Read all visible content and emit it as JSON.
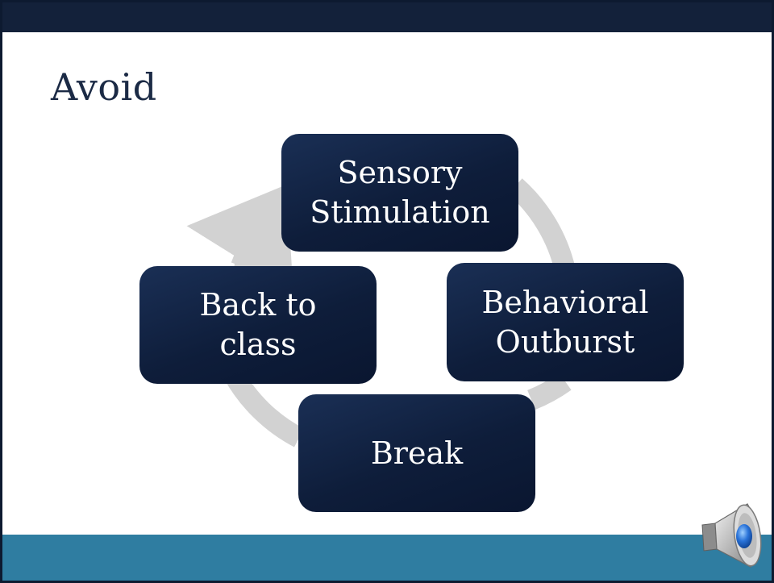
{
  "slide": {
    "title": "Avoid"
  },
  "cycle": {
    "arrow_color": "#d2d2d2",
    "nodes": [
      {
        "id": "sensory-stimulation",
        "lines": [
          "Sensory",
          "Stimulation"
        ]
      },
      {
        "id": "behavioral-outburst",
        "lines": [
          "Behavioral",
          "Outburst"
        ]
      },
      {
        "id": "break",
        "lines": [
          "Break"
        ]
      },
      {
        "id": "back-to-class",
        "lines": [
          "Back to",
          "class"
        ]
      }
    ]
  },
  "colors": {
    "top_bar": "#13213a",
    "bottom_band": "#2f7da1",
    "node_fill": "#0e1d3a",
    "node_text": "#ffffff",
    "title_text": "#1b2a45"
  },
  "icons": {
    "audio": "speaker-icon"
  }
}
